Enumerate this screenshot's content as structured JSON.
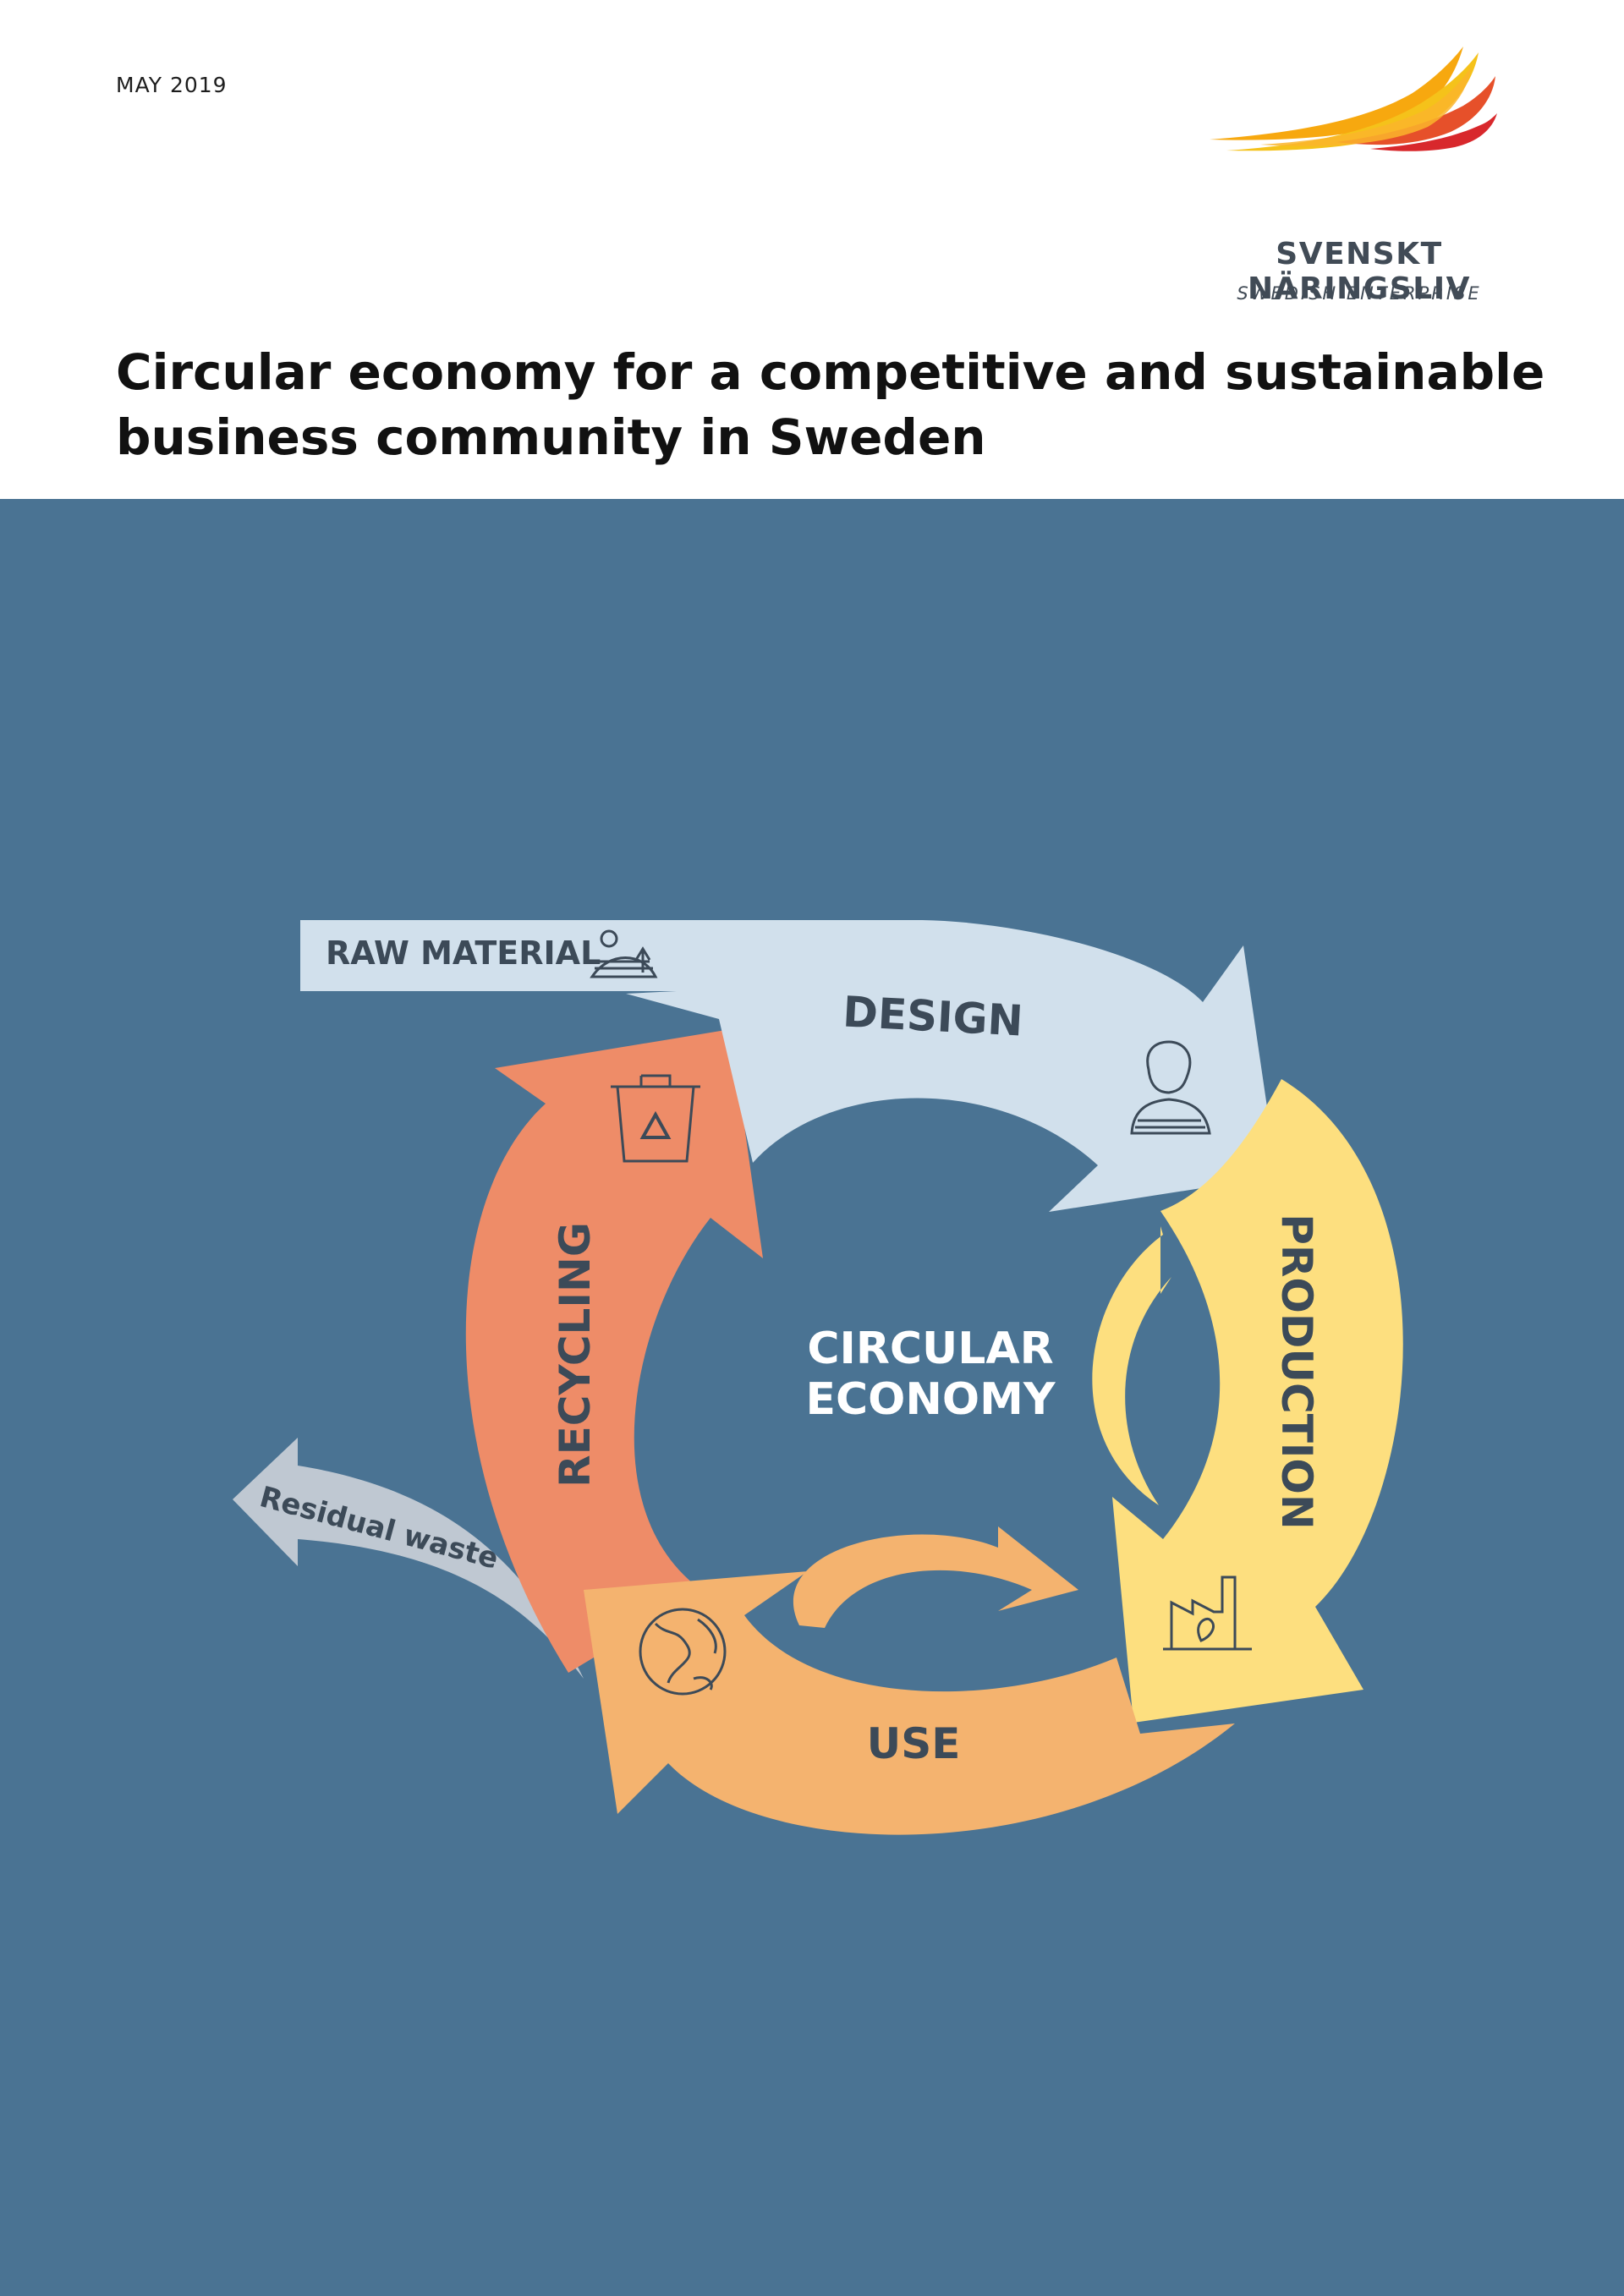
{
  "header": {
    "date": "MAY 2019",
    "logo_name": "SVENSKT NÄRINGSLIV",
    "logo_subtitle": "SWEDISH ENTERPRISE",
    "title": "Circular economy for a competitive and sustainable business community in Sweden"
  },
  "diagram": {
    "center_line1": "CIRCULAR",
    "center_line2": "ECONOMY",
    "raw_material": "RAW MATERIAL",
    "design": "DESIGN",
    "production": "PRODUCTION",
    "use": "USE",
    "recycling": "RECYCLING",
    "residual_waste": "Residual waste",
    "colors": {
      "background": "#4a7393",
      "design": "#d1e0ec",
      "production": "#fddf7f",
      "use": "#f4b36f",
      "recycling": "#ee8c68",
      "residual_waste": "#bfc8d2",
      "text": "#3c4a58"
    },
    "icons": [
      "landscape-icon",
      "woman-icon",
      "factory-icon",
      "globe-icon",
      "recycle-bin-icon"
    ]
  }
}
